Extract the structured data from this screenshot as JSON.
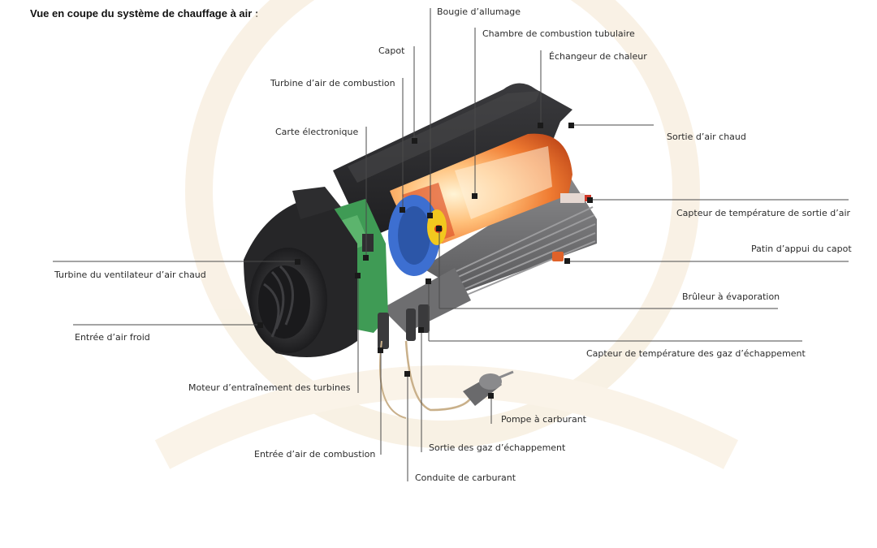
{
  "title": "Vue en coupe du système de chauffage à air :",
  "labels": {
    "bougie": "Bougie d’allumage",
    "chambre": "Chambre de combustion tubulaire",
    "capot": "Capot",
    "echangeur": "Échangeur de chaleur",
    "turbine_combustion": "Turbine d’air de combustion",
    "carte": "Carte électronique",
    "sortie_air_chaud": "Sortie d’air chaud",
    "capteur_sortie_air": "Capteur de température de sortie d’air",
    "patin": "Patin d’appui du capot",
    "turbine_ventilateur": "Turbine du ventilateur d’air chaud",
    "bruleur": "Brûleur à évaporation",
    "entree_air_froid": "Entrée d’air froid",
    "capteur_gaz": "Capteur de température des gaz d’échappement",
    "moteur": "Moteur d’entraînement des turbines",
    "pompe": "Pompe à carburant",
    "sortie_gaz": "Sortie des gaz d’échappement",
    "entree_air_combustion": "Entrée d’air de combustion",
    "conduite": "Conduite de carburant"
  },
  "colors": {
    "housing": "#2e2e30",
    "housing_light": "#4a4a4c",
    "flame": "#f08a3a",
    "fan_blue": "#3d6fd1",
    "board_green": "#3f9b55",
    "leader": "#444444",
    "watermark": "#f3e2c8"
  }
}
